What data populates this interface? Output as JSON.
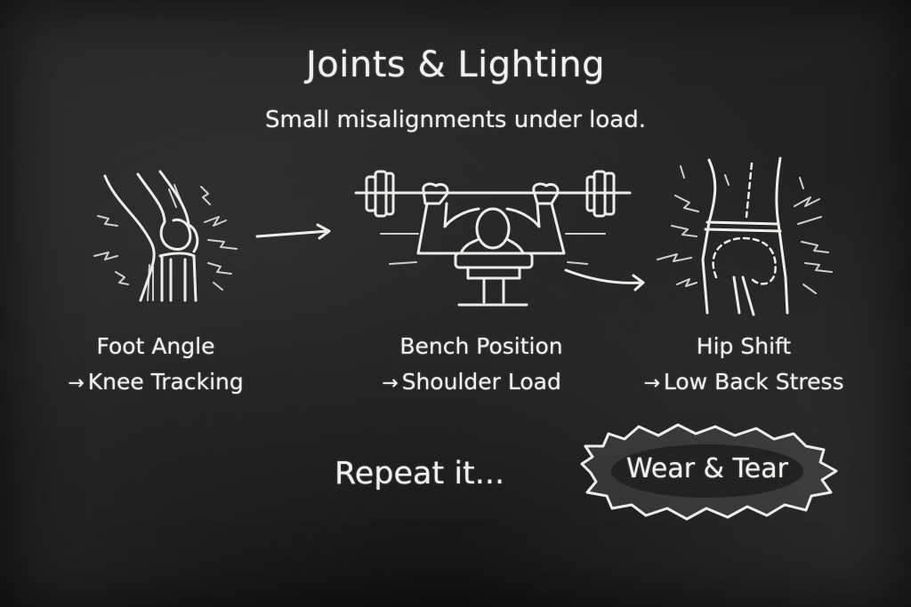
{
  "header": {
    "title": "Joints & Lighting",
    "subtitle": "Small misalignments under load."
  },
  "panels": [
    {
      "illustration": "knee-joint-icon",
      "cause": "Foot Angle",
      "arrow": "→",
      "effect": "Knee Tracking"
    },
    {
      "illustration": "bench-press-icon",
      "cause": "Bench Position",
      "arrow": "→",
      "effect": "Shoulder Load"
    },
    {
      "illustration": "hip-torso-icon",
      "cause": "Hip Shift",
      "arrow": "→",
      "effect": "Low Back Stress"
    }
  ],
  "footer": {
    "repeat_text": "Repeat it...",
    "result_badge": "Wear & Tear"
  },
  "colors": {
    "background": "#232323",
    "chalk": "#f1f1ee"
  }
}
